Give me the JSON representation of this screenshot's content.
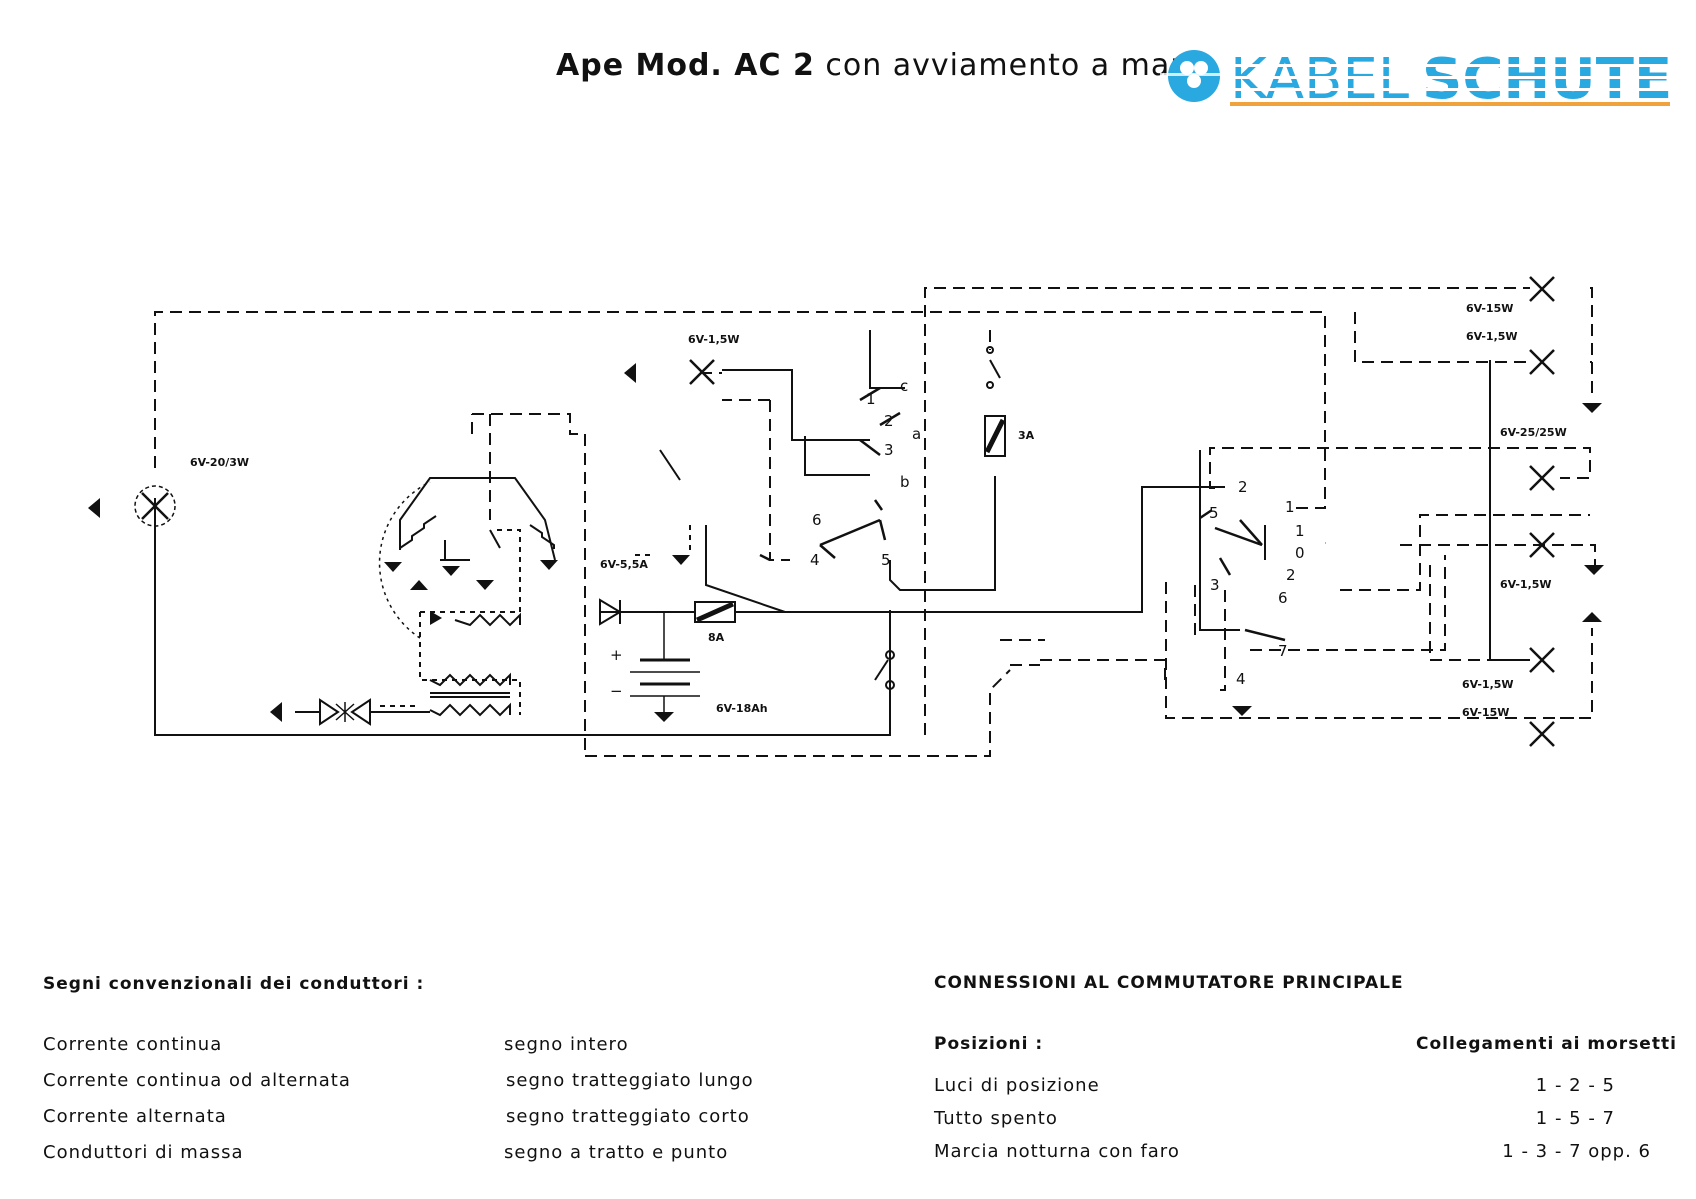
{
  "header": {
    "title_bold": "Ape Mod. AC 2",
    "title_rest": "con avviamento a mano",
    "brand_left": "KABEL",
    "brand_right": "SCHUTE",
    "brand_color_blue": "#2aa8e0",
    "brand_color_orange": "#f0a23c"
  },
  "diagram": {
    "labels": {
      "lamp_tail": "6V-20/3W",
      "lamp_dash": "6V-1,5W",
      "lamp_tr_1": "6V-15W",
      "lamp_tr_2": "6V-1,5W",
      "lamp_head": "6V-25/25W",
      "lamp_r_mid": "6V-1,5W",
      "lamp_br_1": "6V-1,5W",
      "lamp_br_2": "6V-15W",
      "diode": "6V-5,5A",
      "fuse_8a": "8A",
      "fuse_3a": "3A",
      "battery": "6V-18Ah"
    },
    "terminals_left": [
      "1",
      "2",
      "3",
      "c",
      "a",
      "b",
      "6",
      "4",
      "5"
    ],
    "terminals_right": [
      "2",
      "5",
      "1",
      "1",
      "0",
      "2",
      "3",
      "6",
      "7",
      "4"
    ]
  },
  "legend": {
    "heading": "Segni convenzionali dei conduttori :",
    "rows": [
      {
        "label": "Corrente continua",
        "value": "segno intero"
      },
      {
        "label": "Corrente continua od alternata",
        "value": "segno tratteggiato lungo"
      },
      {
        "label": "Corrente alternata",
        "value": "segno tratteggiato corto"
      },
      {
        "label": "Conduttori di massa",
        "value": "segno a tratto e punto"
      }
    ]
  },
  "connections": {
    "heading": "CONNESSIONI AL COMMUTATORE PRINCIPALE",
    "col_left": "Posizioni :",
    "col_right": "Collegamenti ai morsetti",
    "rows": [
      {
        "position": "Luci di posizione",
        "terminals": "1 - 2 - 5"
      },
      {
        "position": "Tutto spento",
        "terminals": "1 - 5 - 7"
      },
      {
        "position": "Marcia notturna con faro",
        "terminals": "1 - 3 - 7 opp. 6"
      }
    ]
  }
}
